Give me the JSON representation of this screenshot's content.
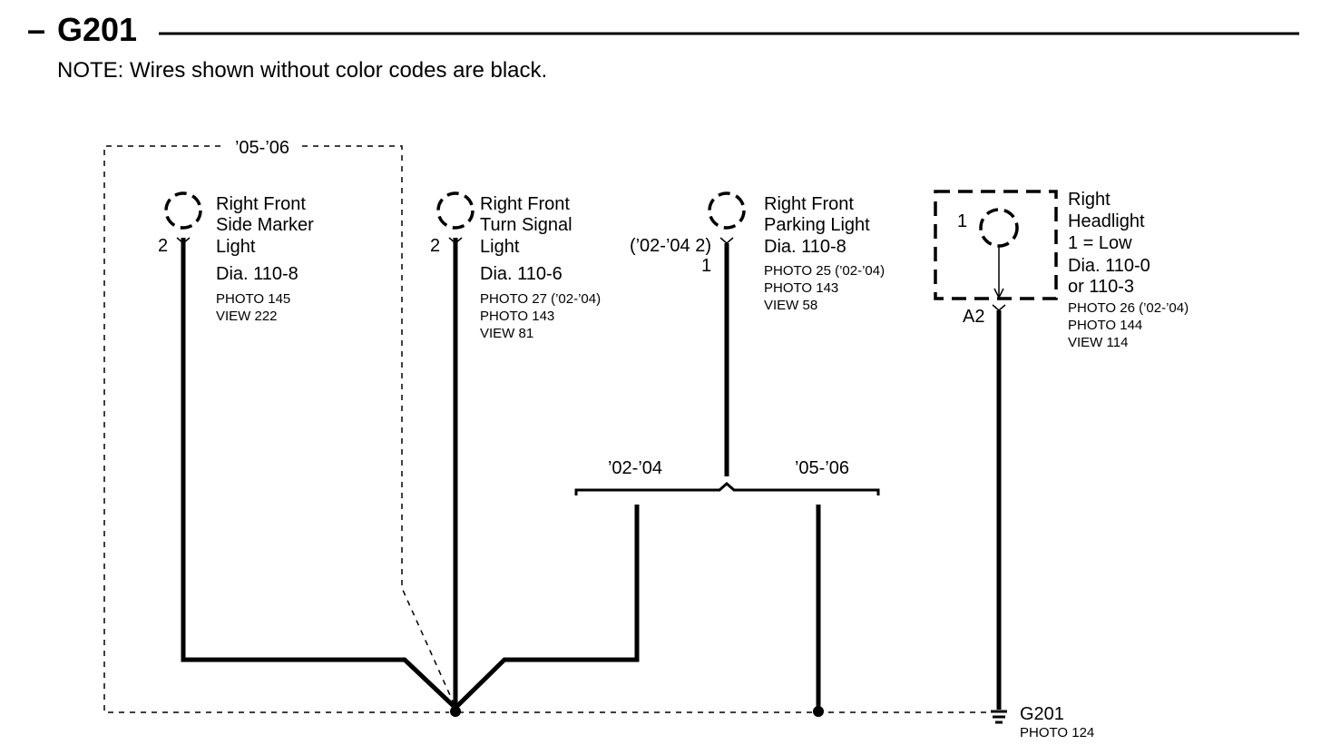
{
  "header": {
    "dash": "–",
    "title": "G201",
    "note": "NOTE: Wires shown without color codes are black."
  },
  "dashed_region": {
    "label": "’05-’06"
  },
  "components": [
    {
      "id": "side-marker",
      "pin": "2",
      "name_lines": [
        "Right Front",
        "Side Marker",
        "Light"
      ],
      "diagram": "Dia. 110-8",
      "refs": [
        "PHOTO 145",
        "VIEW 222"
      ]
    },
    {
      "id": "turn-signal",
      "pin": "2",
      "name_lines": [
        "Right Front",
        "Turn Signal",
        "Light"
      ],
      "diagram": "Dia. 110-6",
      "refs": [
        "PHOTO 27 (’02-’04)",
        "PHOTO 143",
        "VIEW 81"
      ]
    },
    {
      "id": "parking-light",
      "pin_alt": "(’02-’04 2)",
      "pin": "1",
      "name_lines": [
        "Right Front",
        "Parking Light"
      ],
      "diagram": "Dia. 110-8",
      "refs": [
        "PHOTO 25 (’02-’04)",
        "PHOTO 143",
        "VIEW 58"
      ]
    },
    {
      "id": "headlight",
      "inner_pin": "1",
      "pin": "A2",
      "name_lines": [
        "Right",
        "Headlight",
        "1 = Low",
        "Dia. 110-0",
        "or 110-3"
      ],
      "refs": [
        "PHOTO 26 (’02-’04)",
        "PHOTO 144",
        "VIEW 114"
      ]
    }
  ],
  "branches": {
    "left": "’02-’04",
    "right": "’05-’06"
  },
  "ground": {
    "name": "G201",
    "ref": "PHOTO 124"
  }
}
